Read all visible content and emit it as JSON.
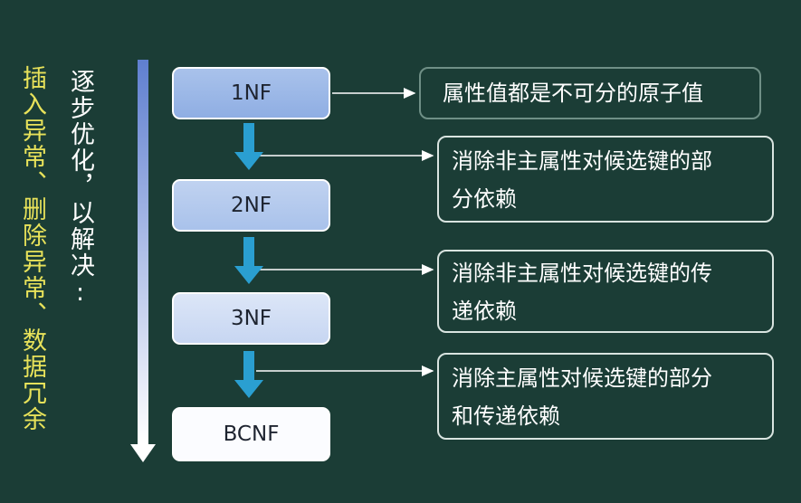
{
  "left_labels": {
    "problems": "插入异常、删除异常、数据冗余",
    "process": "逐步优化，以解决:"
  },
  "forms": [
    {
      "label": "1NF",
      "desc_lines": [
        "属性值都是不可分的原子值"
      ]
    },
    {
      "label": "2NF",
      "desc_lines": [
        "消除非主属性对候选键的部",
        "分依赖"
      ]
    },
    {
      "label": "3NF",
      "desc_lines": [
        "消除非主属性对候选键的传",
        "递依赖"
      ]
    },
    {
      "label": "BCNF",
      "desc_lines": [
        "消除主属性对候选键的部分",
        "和传递依赖"
      ]
    }
  ],
  "colors": {
    "background": "#1b3d36",
    "highlight_text": "#e8e25a",
    "step_arrow": "#2a9fd1"
  }
}
